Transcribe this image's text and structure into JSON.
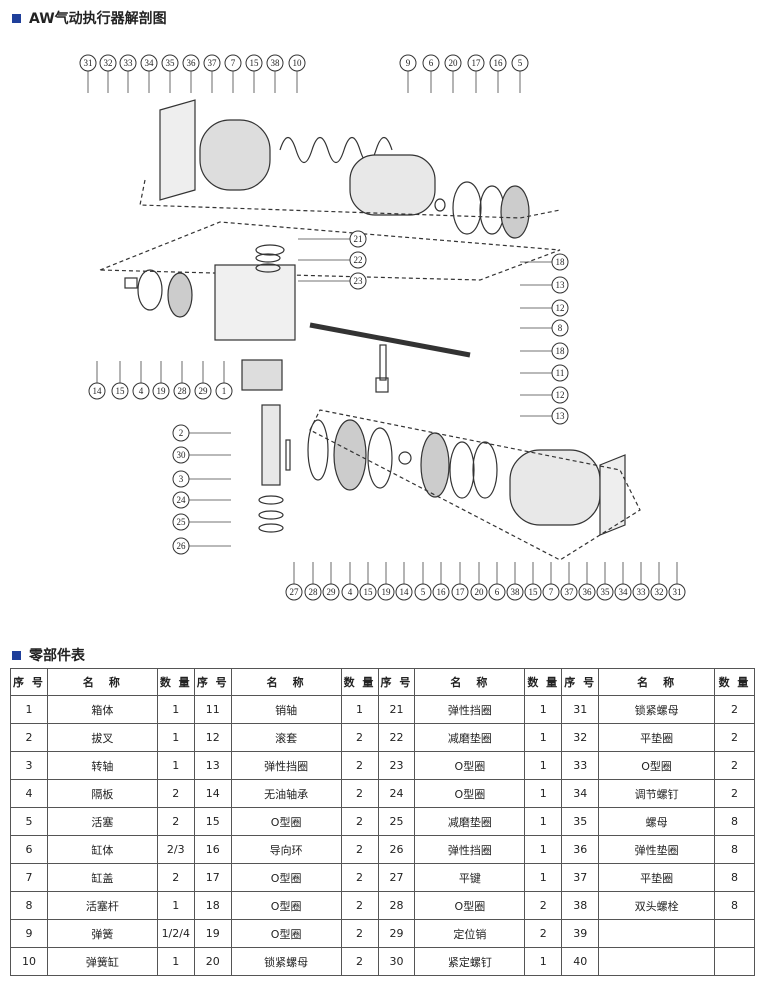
{
  "title": "AW气动执行器解剖图",
  "table_title": "零部件表",
  "diagram": {
    "callouts_top": [
      "31",
      "32",
      "33",
      "34",
      "35",
      "36",
      "37",
      "7",
      "15",
      "38",
      "10",
      "9",
      "6",
      "20",
      "17",
      "16",
      "5"
    ],
    "callouts_center": [
      "21",
      "22",
      "23"
    ],
    "callouts_right": [
      "18",
      "13",
      "12",
      "8",
      "18",
      "11",
      "12",
      "13"
    ],
    "callouts_left_row": [
      "14",
      "15",
      "4",
      "19",
      "28",
      "29",
      "1"
    ],
    "callouts_left_col": [
      "2",
      "30",
      "3",
      "24",
      "25",
      "26"
    ],
    "callouts_bottom": [
      "27",
      "28",
      "29",
      "4",
      "15",
      "19",
      "14",
      "5",
      "16",
      "17",
      "20",
      "6",
      "38",
      "15",
      "7",
      "37",
      "36",
      "35",
      "34",
      "33",
      "32",
      "31"
    ]
  },
  "table": {
    "headers": [
      "序 号",
      "名　称",
      "数 量",
      "序 号",
      "名　称",
      "数 量",
      "序 号",
      "名　称",
      "数 量",
      "序 号",
      "名　称",
      "数 量"
    ],
    "rows": [
      [
        "1",
        "箱体",
        "1",
        "11",
        "销轴",
        "1",
        "21",
        "弹性挡圈",
        "1",
        "31",
        "锁紧螺母",
        "2"
      ],
      [
        "2",
        "拔叉",
        "1",
        "12",
        "滚套",
        "2",
        "22",
        "减磨垫圈",
        "1",
        "32",
        "平垫圈",
        "2"
      ],
      [
        "3",
        "转轴",
        "1",
        "13",
        "弹性挡圈",
        "2",
        "23",
        "O型圈",
        "1",
        "33",
        "O型圈",
        "2"
      ],
      [
        "4",
        "隔板",
        "2",
        "14",
        "无油轴承",
        "2",
        "24",
        "O型圈",
        "1",
        "34",
        "调节螺钉",
        "2"
      ],
      [
        "5",
        "活塞",
        "2",
        "15",
        "O型圈",
        "2",
        "25",
        "减磨垫圈",
        "1",
        "35",
        "螺母",
        "8"
      ],
      [
        "6",
        "缸体",
        "2/3",
        "16",
        "导向环",
        "2",
        "26",
        "弹性挡圈",
        "1",
        "36",
        "弹性垫圈",
        "8"
      ],
      [
        "7",
        "缸盖",
        "2",
        "17",
        "O型圈",
        "2",
        "27",
        "平键",
        "1",
        "37",
        "平垫圈",
        "8"
      ],
      [
        "8",
        "活塞杆",
        "1",
        "18",
        "O型圈",
        "2",
        "28",
        "O型圈",
        "2",
        "38",
        "双头螺栓",
        "8"
      ],
      [
        "9",
        "弹簧",
        "1/2/4",
        "19",
        "O型圈",
        "2",
        "29",
        "定位销",
        "2",
        "39",
        "",
        ""
      ],
      [
        "10",
        "弹簧缸",
        "1",
        "20",
        "锁紧螺母",
        "2",
        "30",
        "紧定螺钉",
        "1",
        "40",
        "",
        ""
      ]
    ]
  }
}
